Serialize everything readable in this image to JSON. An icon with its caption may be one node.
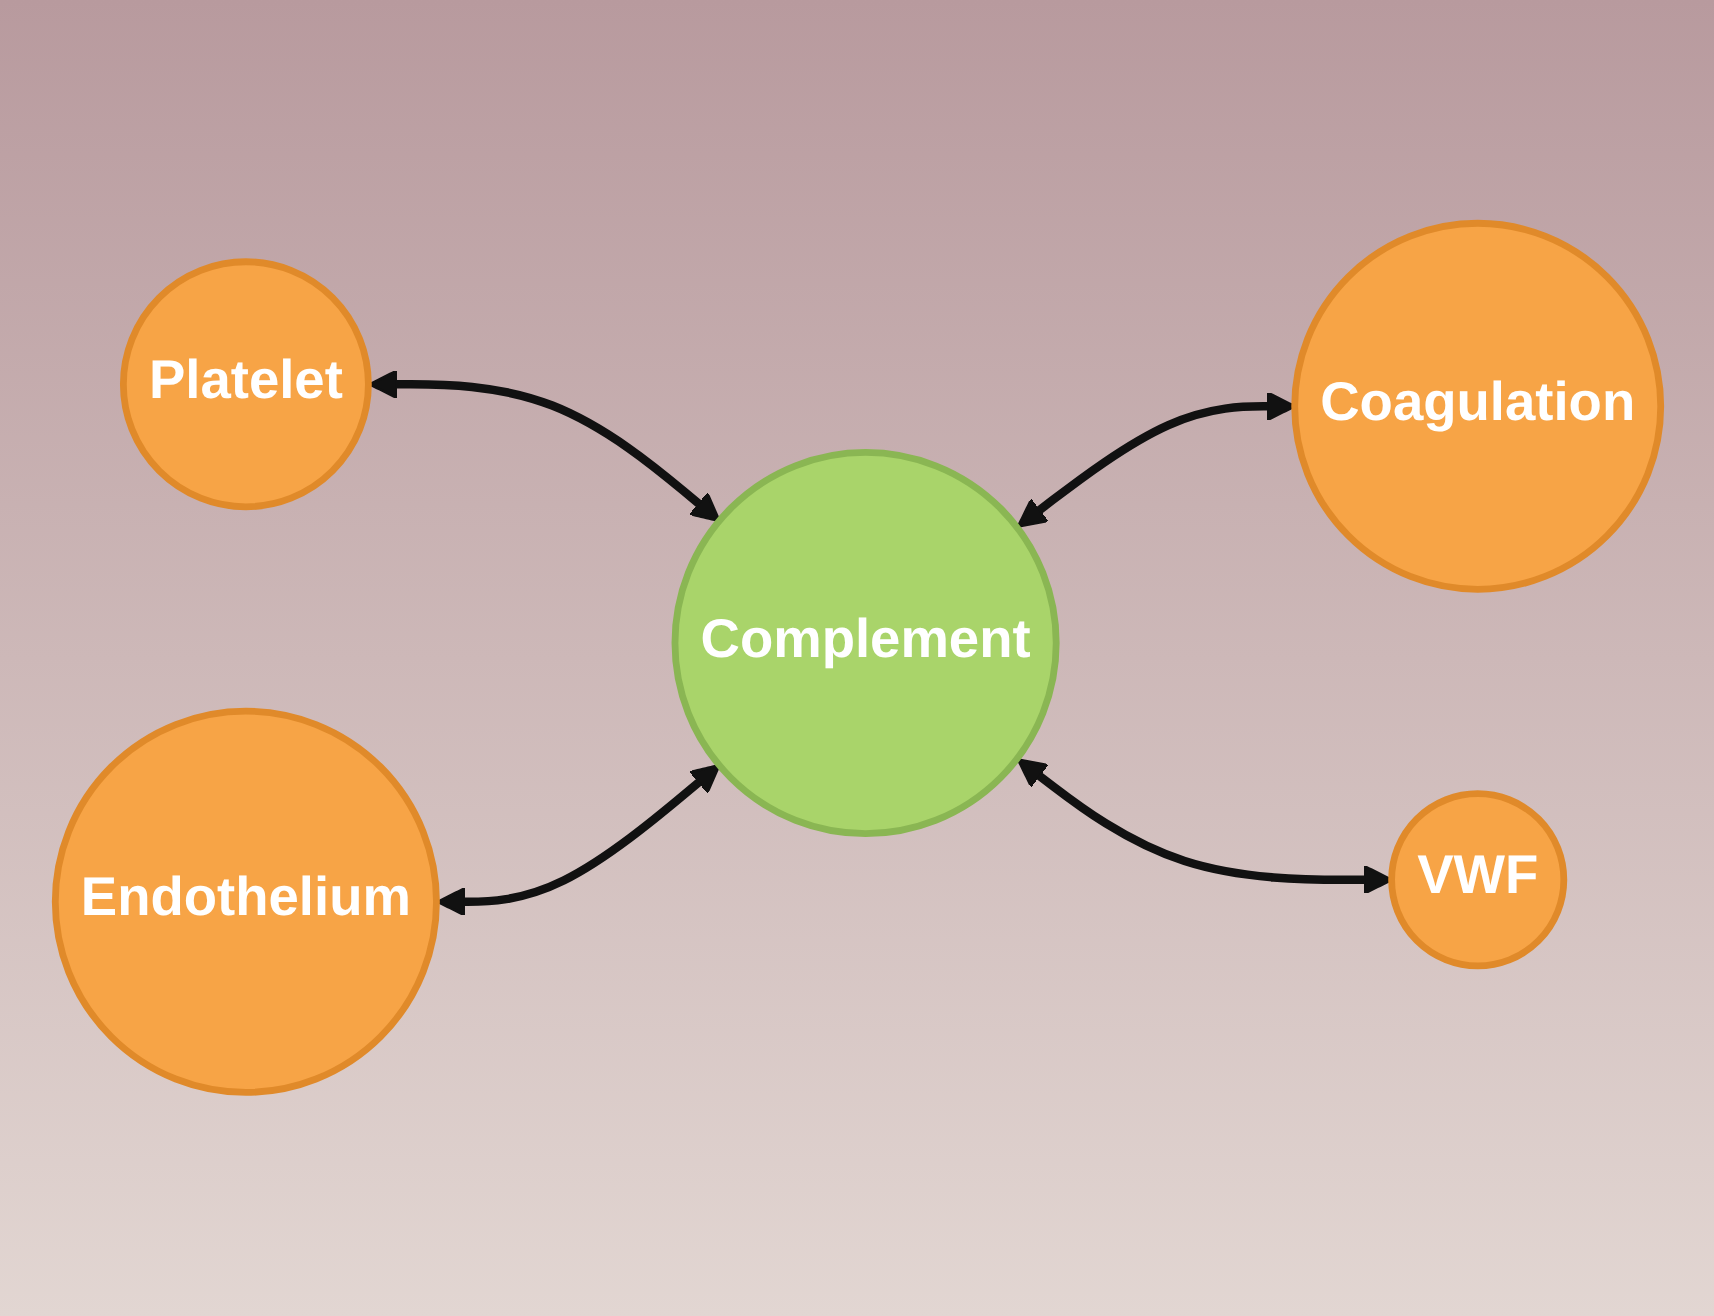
{
  "diagram": {
    "nodes": [
      {
        "text": [
          "Platelet"
        ]
      },
      {
        "text": [
          "Endothelium"
        ]
      },
      {
        "text": [
          "Complement"
        ]
      },
      {
        "text": [
          "Coagulation"
        ]
      },
      {
        "text": [
          "VWF"
        ]
      }
    ],
    "edges": [
      {
        "from": 0,
        "to": 2,
        "arrow": "both"
      },
      {
        "from": 1,
        "to": 2,
        "arrow": "both"
      },
      {
        "from": 2,
        "to": 3,
        "arrow": "both"
      },
      {
        "from": 2,
        "to": 4,
        "arrow": "both"
      }
    ]
  }
}
